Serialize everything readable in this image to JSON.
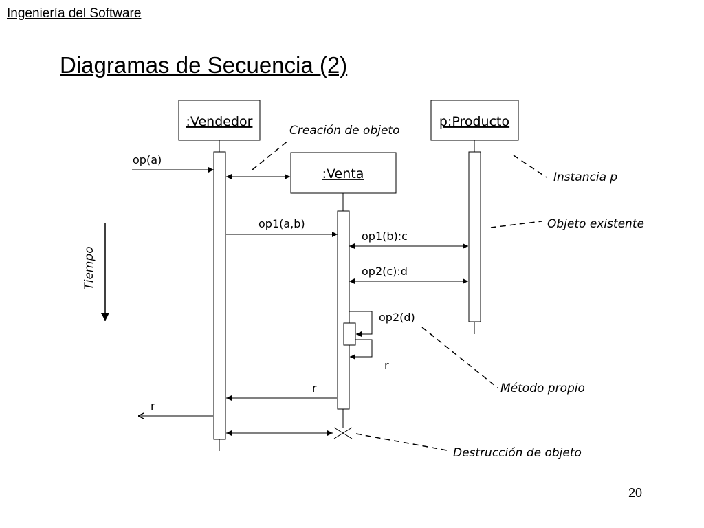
{
  "header": {
    "course": "Ingeniería del Software",
    "title": "Diagramas de Secuencia (2)"
  },
  "objects": {
    "vendedor": ":Vendedor",
    "venta": ":Venta",
    "producto": "p:Producto"
  },
  "messages": {
    "op_a": "op(a)",
    "op1_ab": "op1(a,b)",
    "op1_b_c": "op1(b):c",
    "op2_c_d": "op2(c):d",
    "op2_d": "op2(d)",
    "self_return": "r",
    "return_to_vendedor": "r",
    "return_out": "r"
  },
  "annotations": {
    "creation": "Creación de objeto",
    "instance": "Instancia p",
    "existing": "Objeto existente",
    "own_method": "Método propio",
    "destruction": "Destrucción de objeto",
    "time": "Tiempo"
  },
  "footer": {
    "page_number": "20"
  }
}
